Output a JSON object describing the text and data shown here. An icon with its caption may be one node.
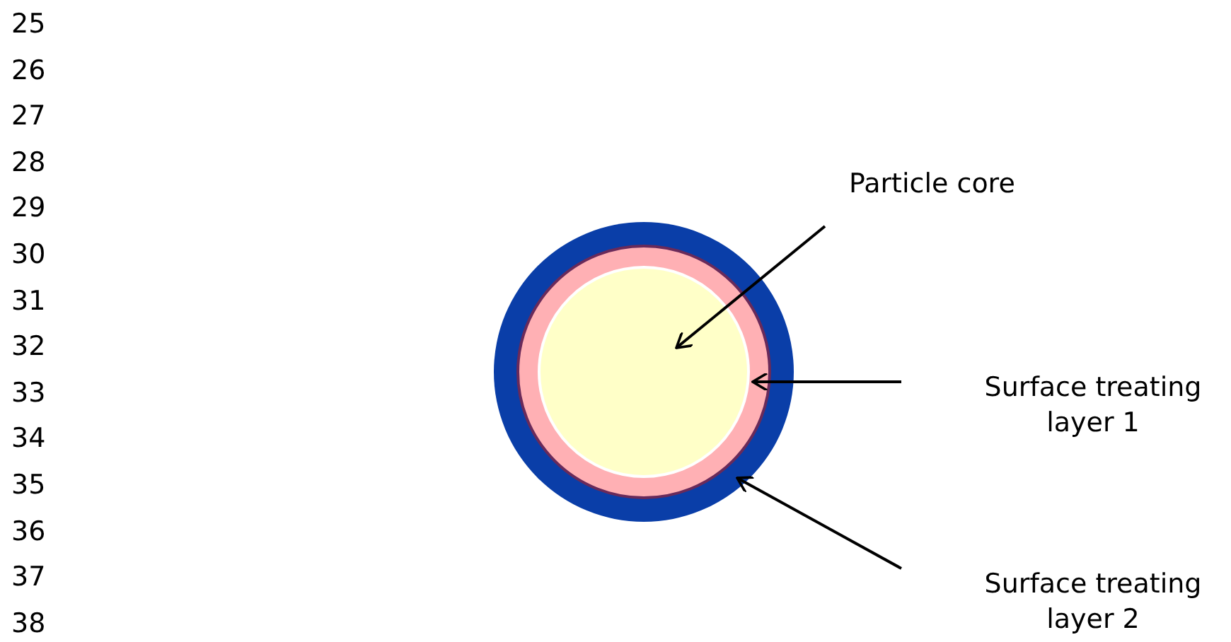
{
  "diagram": {
    "nodes": [
      {
        "text": [],
        "shape": "circle"
      },
      {
        "text": [],
        "shape": "circle",
        "in": 0
      },
      {
        "text": [],
        "shape": "circle",
        "in": 1
      },
      {
        "text": [
          "Particle core"
        ]
      },
      {
        "text": [
          "Surface treating layer 1"
        ]
      },
      {
        "text": [
          "Surface treating layer 2"
        ]
      }
    ],
    "edges": [
      {
        "from": 3,
        "to": 2,
        "arrow": "to"
      },
      {
        "from": 4,
        "to": 1,
        "arrow": "to"
      },
      {
        "from": 5,
        "to": 0,
        "arrow": "to"
      }
    ],
    "labels": [
      "25",
      "26",
      "27",
      "28",
      "29",
      "30",
      "31",
      "32",
      "33",
      "34",
      "35",
      "36",
      "37",
      "38"
    ]
  }
}
